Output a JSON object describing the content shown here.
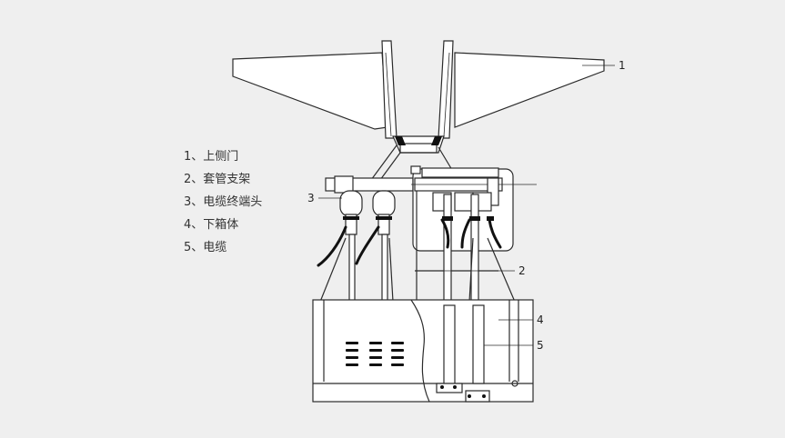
{
  "legend": {
    "items": [
      {
        "number": "1、",
        "label": "上侧门"
      },
      {
        "number": "2、",
        "label": "套管支架"
      },
      {
        "number": "3、",
        "label": "电缆终端头"
      },
      {
        "number": "4、",
        "label": "下箱体"
      },
      {
        "number": "5、",
        "label": "电缆"
      }
    ]
  },
  "callouts": {
    "c1": "1",
    "c2": "2",
    "c3": "3",
    "c4": "4",
    "c5": "5"
  },
  "colors": {
    "background": "#efefef",
    "line": "#2b2b2b",
    "cable": "#111111"
  }
}
